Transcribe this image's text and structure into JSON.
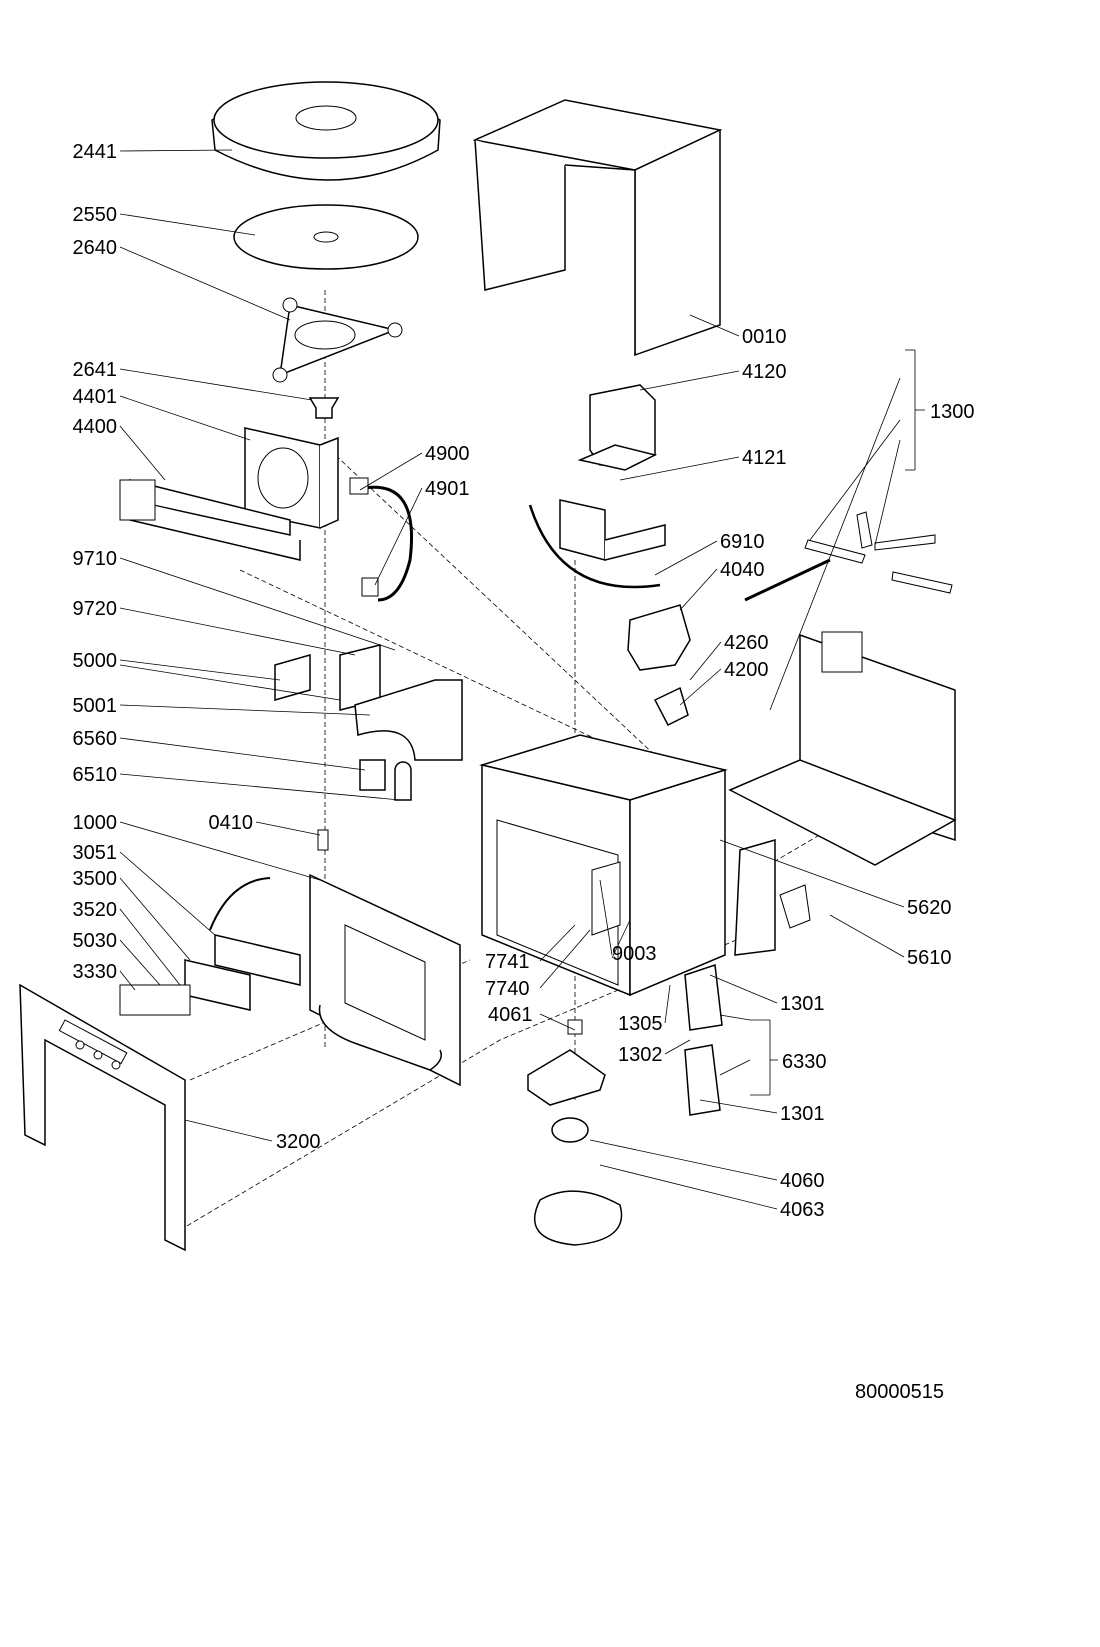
{
  "callouts": [
    "2441",
    "2550",
    "2640",
    "2641",
    "4401",
    "4400",
    "9710",
    "9720",
    "5000",
    "5001",
    "6560",
    "6510",
    "1000",
    "0410",
    "3051",
    "3500",
    "3520",
    "5030",
    "3330",
    "3200",
    "4900",
    "4901",
    "0010",
    "4120",
    "4121",
    "6910",
    "4040",
    "4260",
    "4200",
    "1300",
    "5620",
    "5610",
    "9003",
    "7741",
    "7740",
    "4061",
    "1305",
    "1302",
    "1301",
    "6330",
    "1301",
    "4060",
    "4063"
  ],
  "drawing_number": "80000515"
}
